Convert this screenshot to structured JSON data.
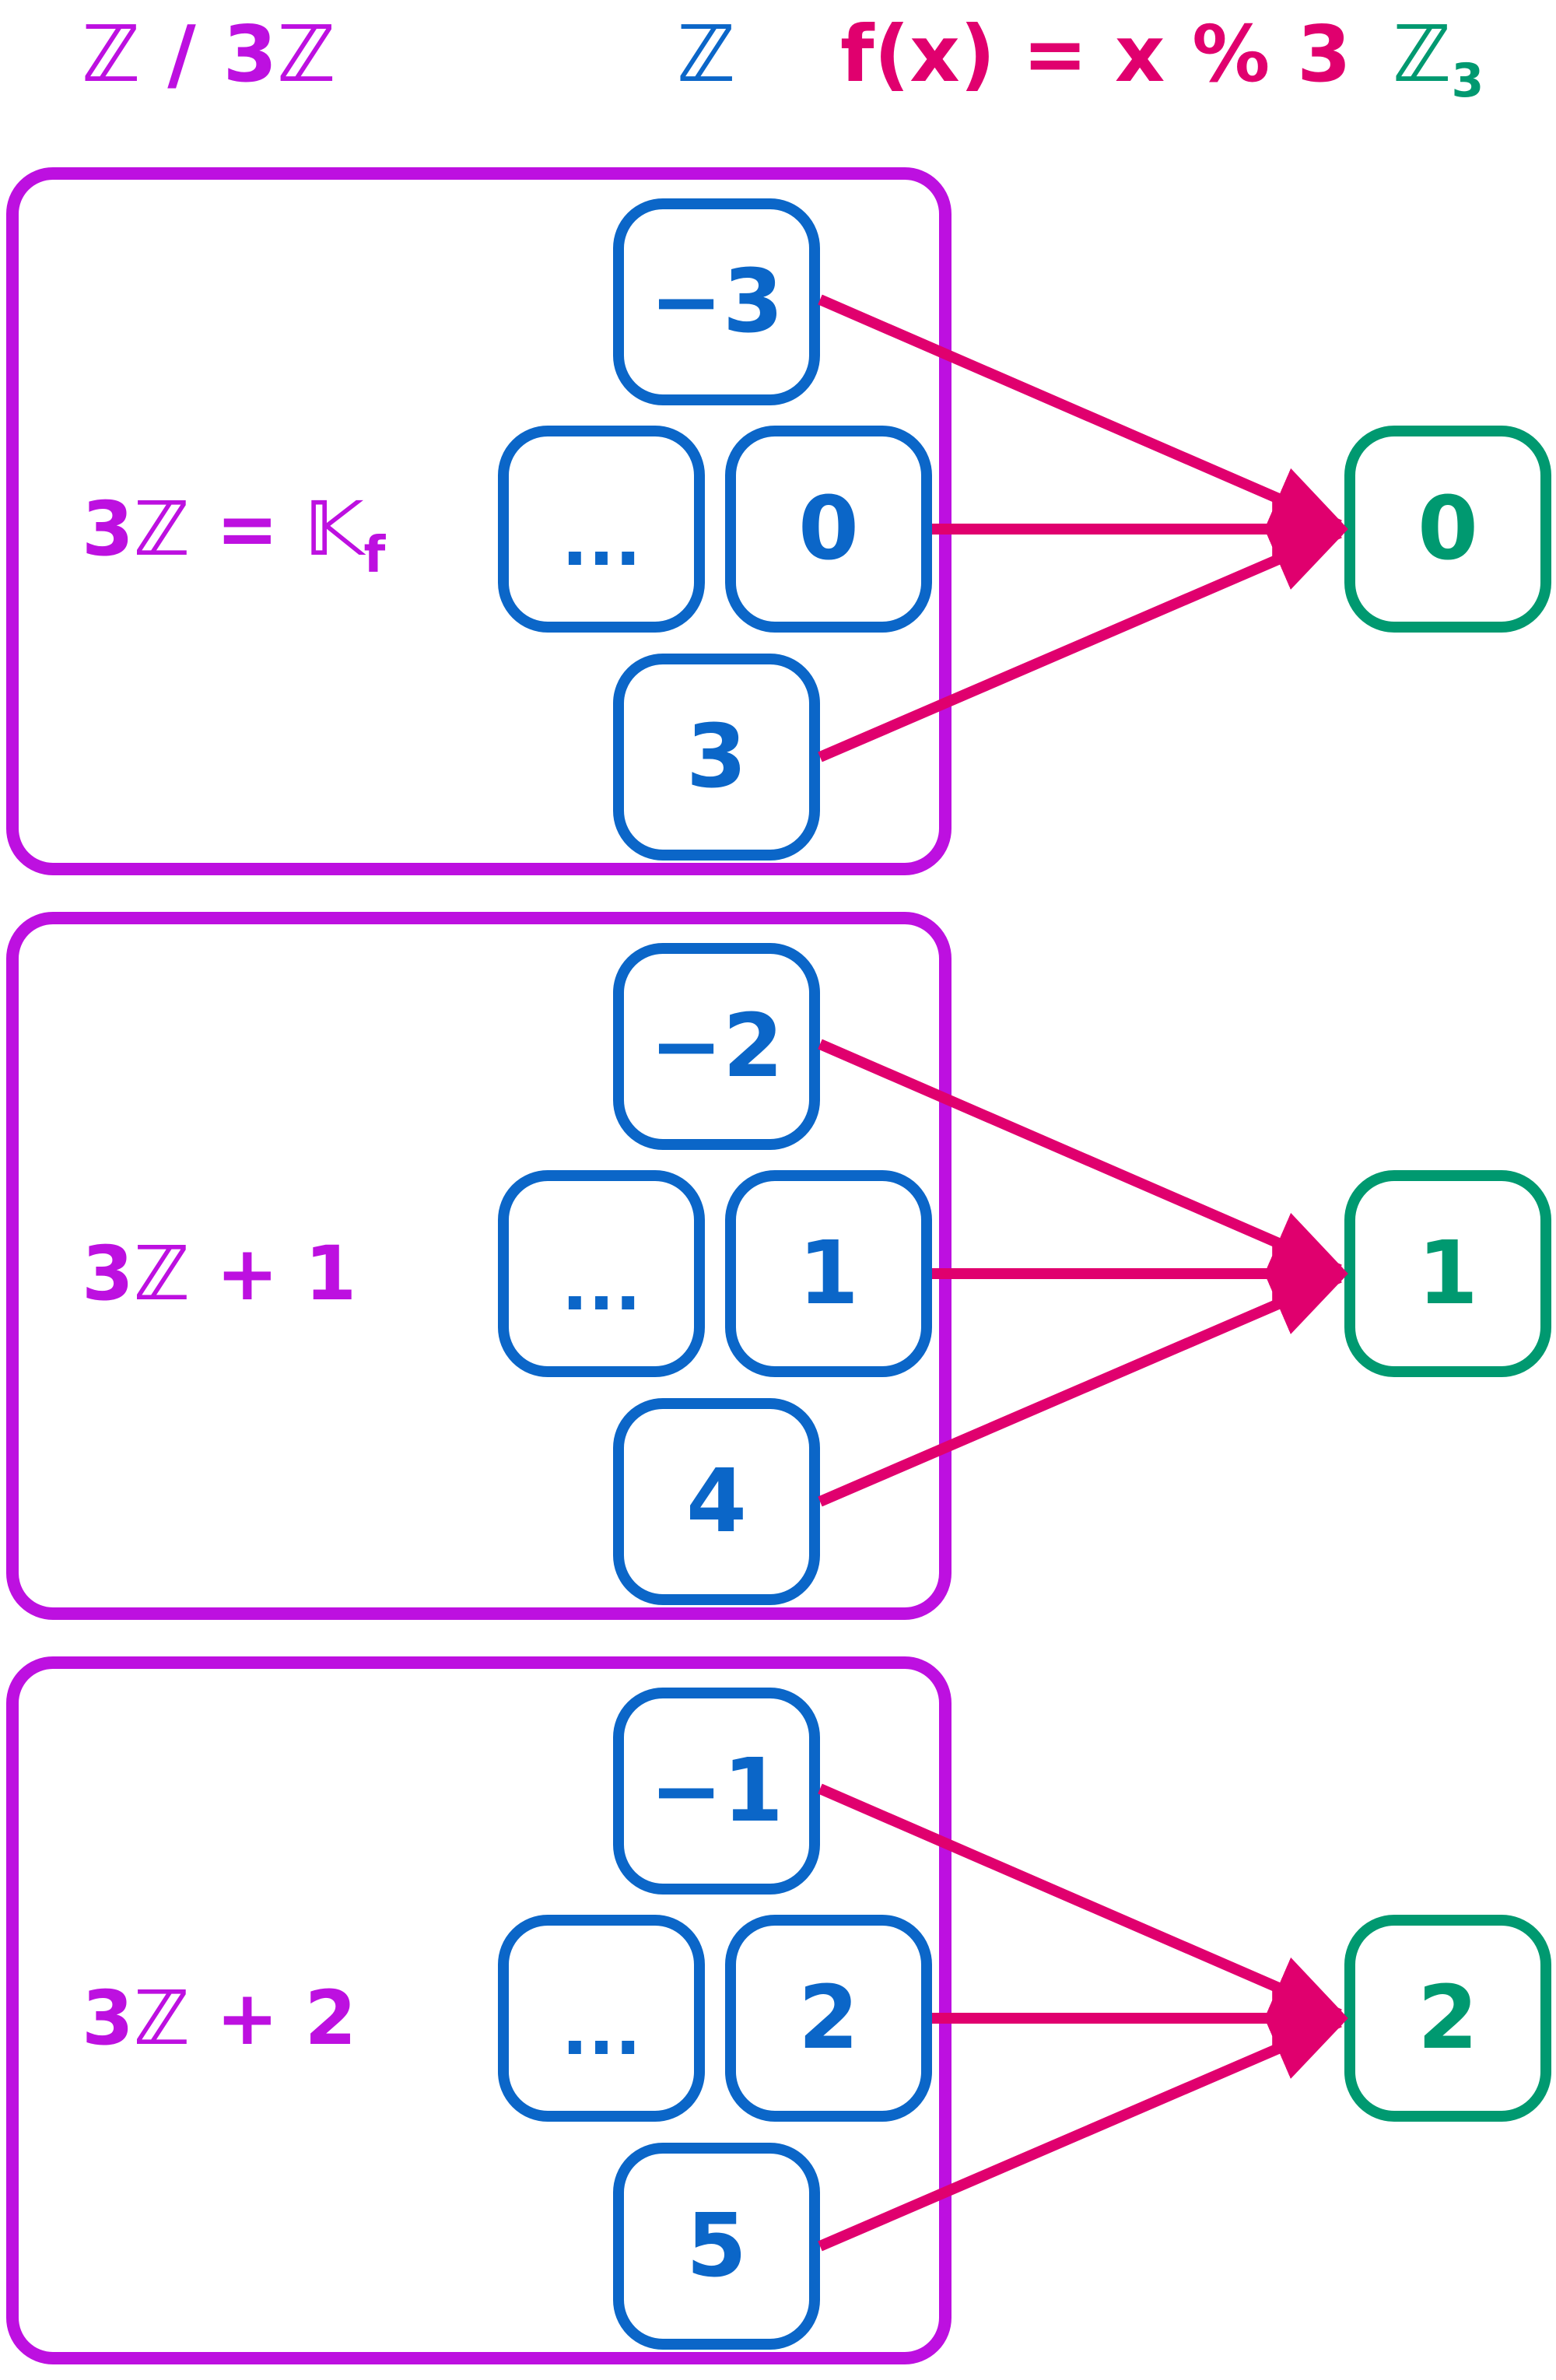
{
  "colors": {
    "purple": "#bd10e0",
    "blue": "#0b66c8",
    "pink": "#e0006e",
    "green": "#009970"
  },
  "header": {
    "quotient": "ℤ / 3ℤ",
    "domain": "ℤ",
    "function": "f(x) = x % 3",
    "codomain_base": "ℤ",
    "codomain_sub": "3"
  },
  "groups": [
    {
      "label": "3ℤ = 𝕂",
      "label_sub": "f",
      "elements": {
        "top": "−3",
        "mid": "0",
        "bottom": "3",
        "more": "..."
      },
      "image": "0"
    },
    {
      "label": "3ℤ + 1",
      "label_sub": "",
      "elements": {
        "top": "−2",
        "mid": "1",
        "bottom": "4",
        "more": "..."
      },
      "image": "1"
    },
    {
      "label": "3ℤ + 2",
      "label_sub": "",
      "elements": {
        "top": "−1",
        "mid": "2",
        "bottom": "5",
        "more": "..."
      },
      "image": "2"
    }
  ]
}
